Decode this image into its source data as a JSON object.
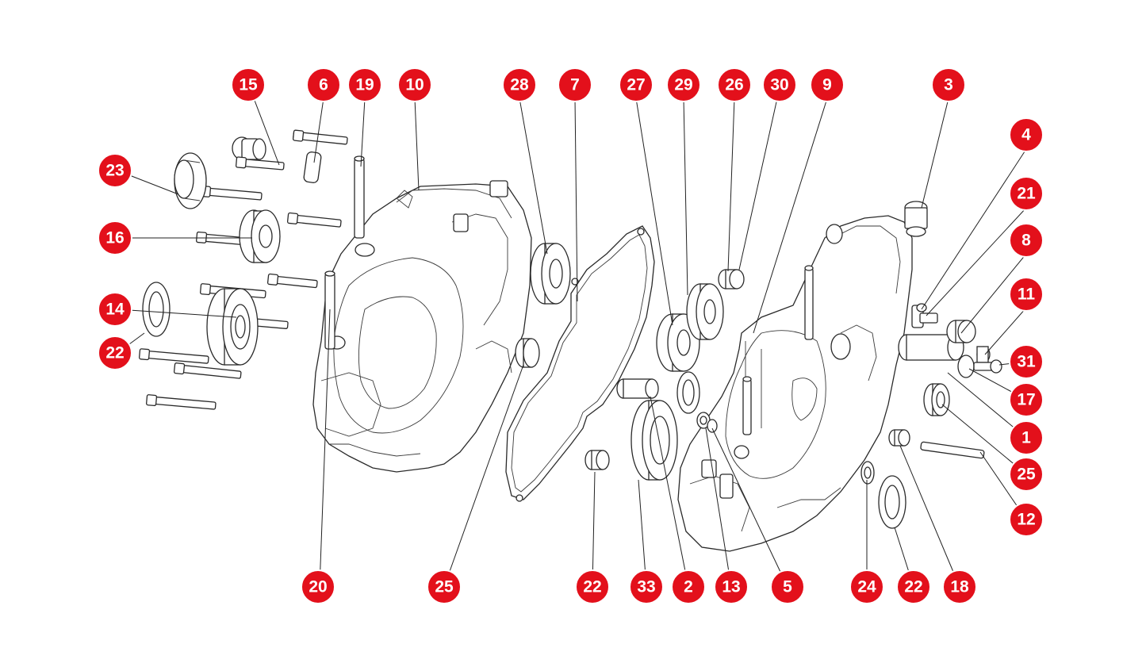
{
  "diagram": {
    "type": "exploded-parts-diagram",
    "style": {
      "callout_color": "#e3101b",
      "callout_text_color": "#ffffff",
      "line_color": "#222222"
    },
    "callouts": [
      {
        "id": "c15a",
        "label": "15"
      },
      {
        "id": "c6",
        "label": "6"
      },
      {
        "id": "c19",
        "label": "19"
      },
      {
        "id": "c10",
        "label": "10"
      },
      {
        "id": "c28",
        "label": "28"
      },
      {
        "id": "c7",
        "label": "7"
      },
      {
        "id": "c27",
        "label": "27"
      },
      {
        "id": "c29",
        "label": "29"
      },
      {
        "id": "c26",
        "label": "26"
      },
      {
        "id": "c30",
        "label": "30"
      },
      {
        "id": "c9",
        "label": "9"
      },
      {
        "id": "c3",
        "label": "3"
      },
      {
        "id": "c4",
        "label": "4"
      },
      {
        "id": "c21",
        "label": "21"
      },
      {
        "id": "c8",
        "label": "8"
      },
      {
        "id": "c11",
        "label": "11"
      },
      {
        "id": "c31",
        "label": "31"
      },
      {
        "id": "c17",
        "label": "17"
      },
      {
        "id": "c1",
        "label": "1"
      },
      {
        "id": "c25r",
        "label": "25"
      },
      {
        "id": "c12",
        "label": "12"
      },
      {
        "id": "c23",
        "label": "23"
      },
      {
        "id": "c16",
        "label": "16"
      },
      {
        "id": "c14",
        "label": "14"
      },
      {
        "id": "c22l",
        "label": "22"
      },
      {
        "id": "c20",
        "label": "20"
      },
      {
        "id": "c25b",
        "label": "25"
      },
      {
        "id": "c22b",
        "label": "22"
      },
      {
        "id": "c33",
        "label": "33"
      },
      {
        "id": "c2",
        "label": "2"
      },
      {
        "id": "c13",
        "label": "13"
      },
      {
        "id": "c5",
        "label": "5"
      },
      {
        "id": "c24",
        "label": "24"
      },
      {
        "id": "c22r",
        "label": "22"
      },
      {
        "id": "c18",
        "label": "18"
      }
    ]
  }
}
